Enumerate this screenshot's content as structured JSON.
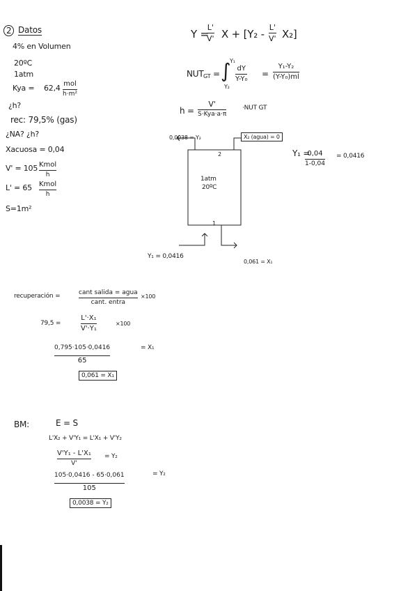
{
  "datos": {
    "number": "2",
    "title": "Datos",
    "lines": [
      "4% en Volumen",
      "20ºC",
      "1atm",
      "Kya =",
      "62,4",
      "mol",
      "h·m²",
      "¿h?",
      "rec: 79,5% (gas)",
      "¿NA? ¿h?",
      "Xacuosa = 0,04",
      "V' = 105",
      "Kmol",
      "h",
      "L' = 65",
      "Kmol",
      "h",
      "S=1m²"
    ]
  },
  "top_right": {
    "op_line": [
      "Y = ",
      "L'",
      "V'",
      "X + [Y₂ -",
      "L'",
      "V'",
      "X₂]"
    ],
    "nut": [
      "NUT",
      "GT",
      "=",
      "∫",
      "Y₁",
      "Y₂",
      "dY",
      "Y-Y₀",
      "=",
      "Y₁-Y₂",
      "(Y-Y₀)ml"
    ],
    "h_eq": [
      "h =",
      "V'",
      "S·Kya·a·π",
      "·NUT GT"
    ],
    "y1_eq": [
      "Y₁ =",
      "0,04",
      "1-0,04",
      "= 0,0416"
    ]
  },
  "column": {
    "top_left": "0,0038 = Y₂",
    "top_right": "X₂ (agua) = 0",
    "top_index": "2",
    "bottom_index": "1",
    "inner": [
      "1atm",
      "20ºC"
    ],
    "bottom_left": "Y₁ = 0,0416",
    "bottom_right": "0,061 = X₁"
  },
  "recuperacion": {
    "label": "recuperación =",
    "num": "cant salida = agua",
    "den": "cant. entra",
    "times": "×100",
    "line2_left": "79,5 =",
    "line2_num": "L'·X₁",
    "line2_den": "V'·Y₁",
    "line2_times": "×100",
    "line3_num": "0,795·105·0,0416",
    "line3_den": "65",
    "line3_eq": "= X₁",
    "result": "0,061 = X₁"
  },
  "bm": {
    "label": "BM:",
    "e_eq_s": "E = S",
    "line1": "L'X₂ + V'Y₁ = L'X₁ + V'Y₂",
    "line2_num": "V'Y₁ - L'X₁",
    "line2_den": "V'",
    "line2_eq": "= Y₂",
    "line3_num": "105·0,0416 - 65·0,061",
    "line3_den": "105",
    "line3_eq": "= Y₂",
    "result": "0,0038 = Y₂"
  }
}
